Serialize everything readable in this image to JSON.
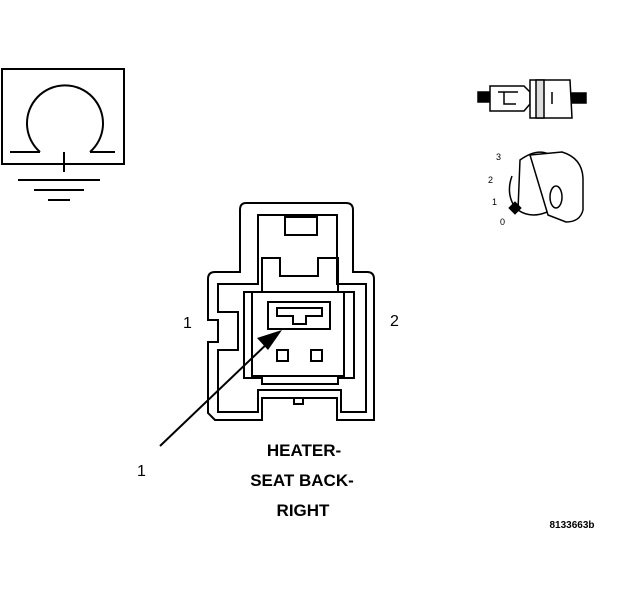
{
  "connector": {
    "pin_left": "1",
    "pin_right": "2",
    "callout": "1",
    "title_lines": [
      "HEATER-",
      "SEAT BACK-",
      "RIGHT"
    ]
  },
  "key_switch": {
    "positions": [
      "3",
      "2",
      "1",
      "0"
    ]
  },
  "figure_code": "8133663b",
  "icons": {
    "ground_symbol": "ground-symbol-icon",
    "connector_symbol": "inline-connector-icon",
    "key_symbol": "ignition-key-icon"
  }
}
